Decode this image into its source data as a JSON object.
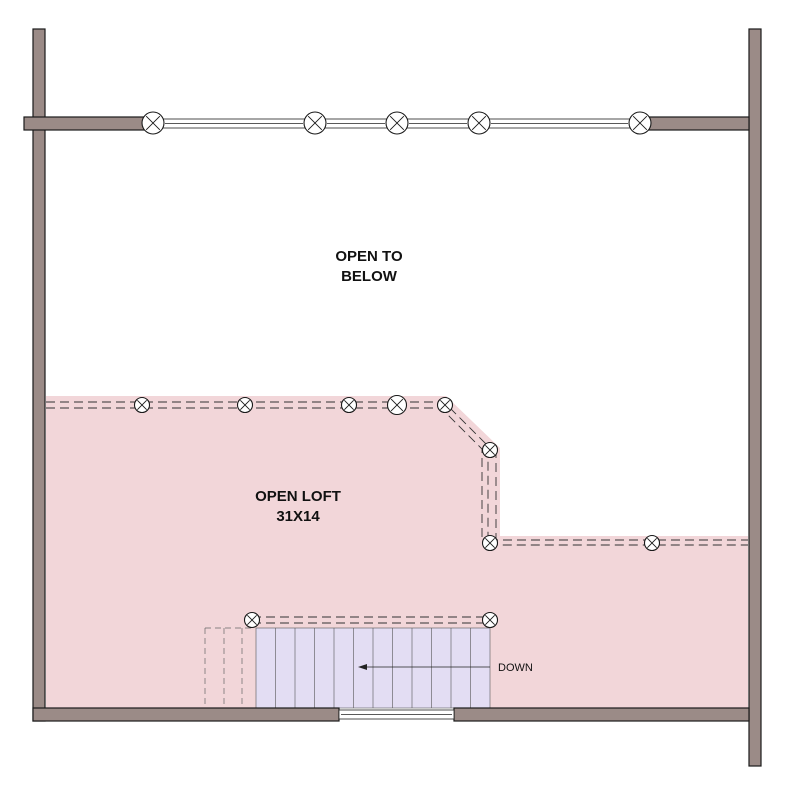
{
  "colors": {
    "wall": "#9b8b87",
    "wall_stroke": "#1a1a1a",
    "loft_fill": "#f2d6d9",
    "stair_fill": "#e3ddf3",
    "line": "#222222",
    "background": "#ffffff"
  },
  "labels": {
    "open_to_below_line1": "OPEN TO",
    "open_to_below_line2": "BELOW",
    "open_loft_name": "OPEN LOFT",
    "open_loft_size": "31X14",
    "stair_direction": "DOWN"
  },
  "icons": {
    "column": "post-x-icon",
    "stair_arrow": "arrow-left-icon"
  }
}
